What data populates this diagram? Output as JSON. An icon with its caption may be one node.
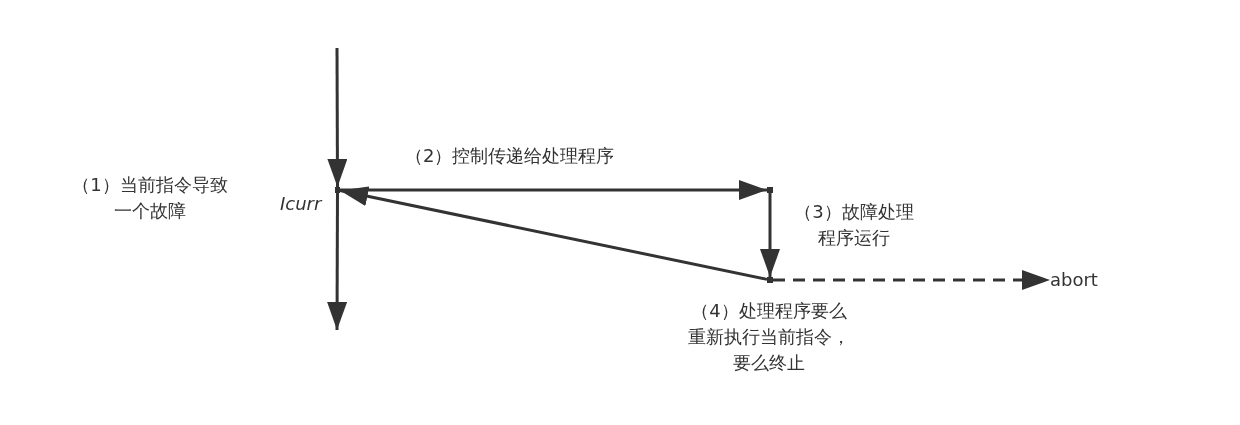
{
  "diagram": {
    "nodes": [
      {
        "text": [],
        "shape": "point",
        "beside": [
          "Icurr"
        ]
      },
      {
        "text": [],
        "shape": "point"
      },
      {
        "text": [],
        "shape": "point",
        "beside": [
          "（4）处理程序要么重新执行当前指令，要么终止"
        ]
      },
      {
        "text": [
          "abort"
        ]
      }
    ],
    "edges": [
      {
        "from": null,
        "to": 0,
        "arrow": "to"
      },
      {
        "from": 0,
        "to": null,
        "arrow": "to"
      },
      {
        "from": 0,
        "to": 1,
        "arrow": "to",
        "label": "（2）控制传递给处理程序"
      },
      {
        "from": 1,
        "to": 2,
        "arrow": "to",
        "label": "（3）故障处理程序运行"
      },
      {
        "from": 2,
        "to": 0,
        "arrow": "to"
      },
      {
        "from": 2,
        "to": 3,
        "arrow": "to",
        "style": "dashed"
      }
    ],
    "labels": [
      "（1）当前指令导致一个故障"
    ]
  }
}
